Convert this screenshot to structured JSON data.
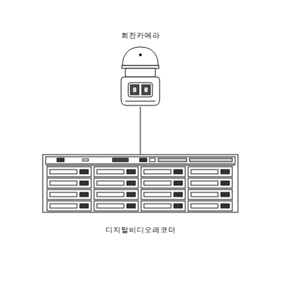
{
  "diagram": {
    "nodes": [
      {
        "text": [
          "회전카메라"
        ]
      },
      {
        "text": [
          "디지털비디오레코더"
        ]
      }
    ],
    "edges": [
      {
        "from": 0,
        "to": 1,
        "arrow": "none"
      }
    ]
  }
}
